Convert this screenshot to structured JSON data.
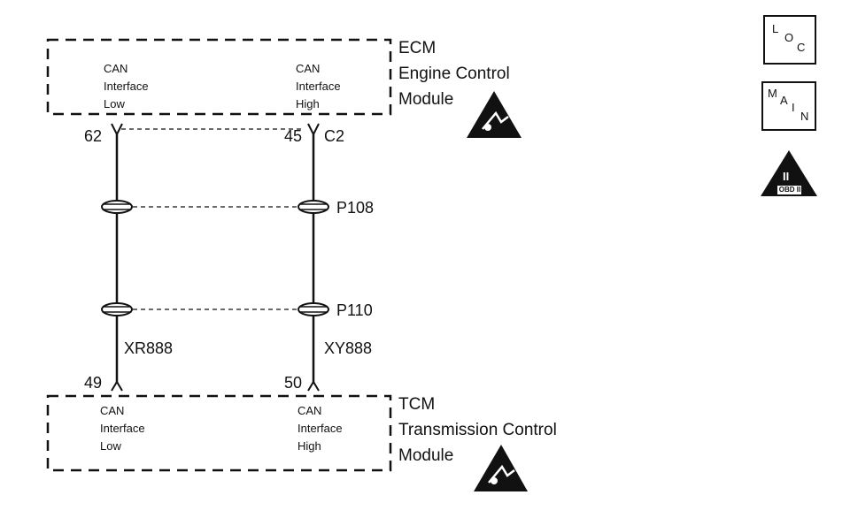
{
  "ecm": {
    "name": "ECM",
    "desc_line1": "Engine Control",
    "desc_line2": "Module",
    "left_line1": "CAN",
    "left_line2": "Interface",
    "left_line3": "Low",
    "right_line1": "CAN",
    "right_line2": "Interface",
    "right_line3": "High"
  },
  "tcm": {
    "name": "TCM",
    "desc_line1": "Transmission Control",
    "desc_line2": "Module",
    "left_line1": "CAN",
    "left_line2": "Interface",
    "left_line3": "Low",
    "right_line1": "CAN",
    "right_line2": "Interface",
    "right_line3": "High"
  },
  "pins": {
    "ecm_low": "62",
    "ecm_high": "45",
    "ecm_connector": "C2",
    "tcm_low": "49",
    "tcm_high": "50"
  },
  "connectors": {
    "first": "P108",
    "second": "P110"
  },
  "wires": {
    "low": "XR888",
    "high": "XY888"
  },
  "icons": {
    "loc": {
      "l": "L",
      "o": "O",
      "c": "C"
    },
    "main": {
      "m": "M",
      "a": "A",
      "i": "I",
      "n": "N"
    },
    "obd": {
      "numeral": "II",
      "label": "OBD II"
    },
    "esd_icon": "esd-warning-triangle"
  }
}
